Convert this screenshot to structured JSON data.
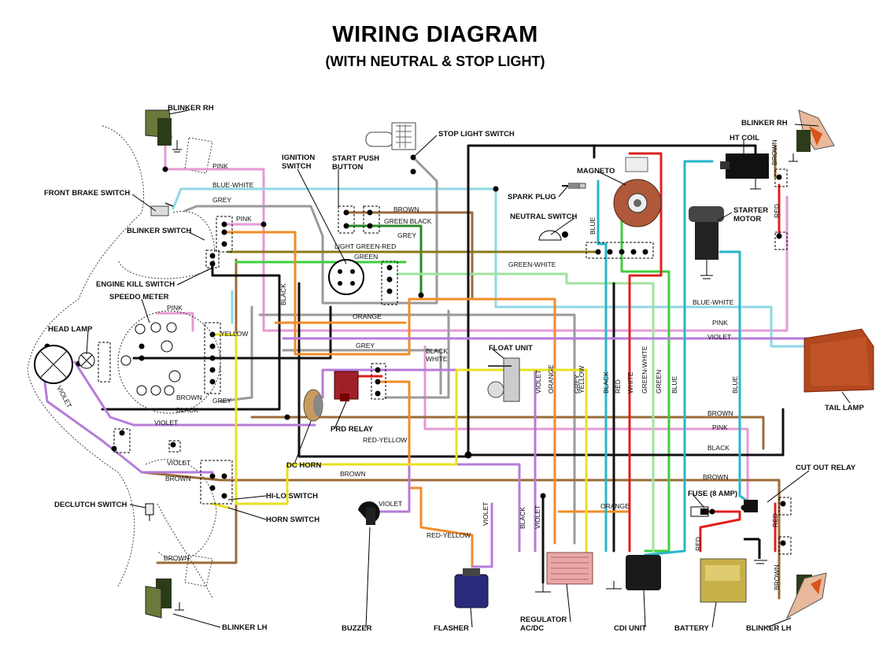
{
  "title": "WIRING DIAGRAM",
  "subtitle": "(WITH NEUTRAL & STOP LIGHT)",
  "colors": {
    "pink": "#e69ad6",
    "blue_white": "#8fd8e6",
    "grey": "#9a9a9a",
    "brown": "#9b6b38",
    "black": "#111111",
    "green": "#3ecf3e",
    "green_white": "#9fe39f",
    "orange": "#f28c28",
    "violet": "#b77bd8",
    "yellow": "#e8e020",
    "red": "#e02020",
    "blue": "#27b6c9",
    "olive": "#8a7a1a"
  },
  "components": {
    "blinker_rh_left": "BLINKER RH",
    "blinker_rh_right": "BLINKER RH",
    "front_brake_switch": "FRONT BRAKE SWITCH",
    "blinker_switch": "BLINKER SWITCH",
    "engine_kill_switch": "ENGINE KILL SWITCH",
    "speedo_meter": "SPEEDO METER",
    "head_lamp": "HEAD LAMP",
    "ignition_switch": "IGNITION\nSWITCH",
    "start_push_button": "START PUSH\nBUTTON",
    "stop_light_switch": "STOP LIGHT SWITCH",
    "spark_plug": "SPARK PLUG",
    "neutral_switch": "NEUTRAL SWITCH",
    "magneto": "MAGNETO",
    "ht_coil": "HT COIL",
    "starter_motor": "STARTER\nMOTOR",
    "float_unit": "FLOAT UNIT",
    "tail_lamp": "TAIL LAMP",
    "prd_relay": "PRD RELAY",
    "dc_horn": "DC HORN",
    "hi_lo_switch": "HI-LO SWITCH",
    "horn_switch": "HORN SWITCH",
    "declutch_switch": "DECLUTCH SWITCH",
    "cut_out_relay": "CUT OUT RELAY",
    "fuse": "FUSE (8 AMP)",
    "buzzer": "BUZZER",
    "flasher": "FLASHER",
    "regulator": "REGULATOR\nAC/DC",
    "cdi_unit": "CDI UNIT",
    "battery": "BATTERY",
    "blinker_lh_left": "BLINKER LH",
    "blinker_lh_right": "BLINKER LH"
  },
  "wire_labels": {
    "pink": "PINK",
    "blue_white": "BLUE-WHITE",
    "grey": "GREY",
    "brown": "BROWN",
    "green_black": "GREEN BLACK",
    "light_green_red": "LIGHT GREEN-RED",
    "green": "GREEN",
    "green_white": "GREEN-WHITE",
    "black": "BLACK",
    "orange": "ORANGE",
    "yellow": "YELLOW",
    "white": "WHITE",
    "violet": "VIOLET",
    "red": "RED",
    "blue": "BLUE",
    "red_yellow": "RED-YELLOW"
  }
}
